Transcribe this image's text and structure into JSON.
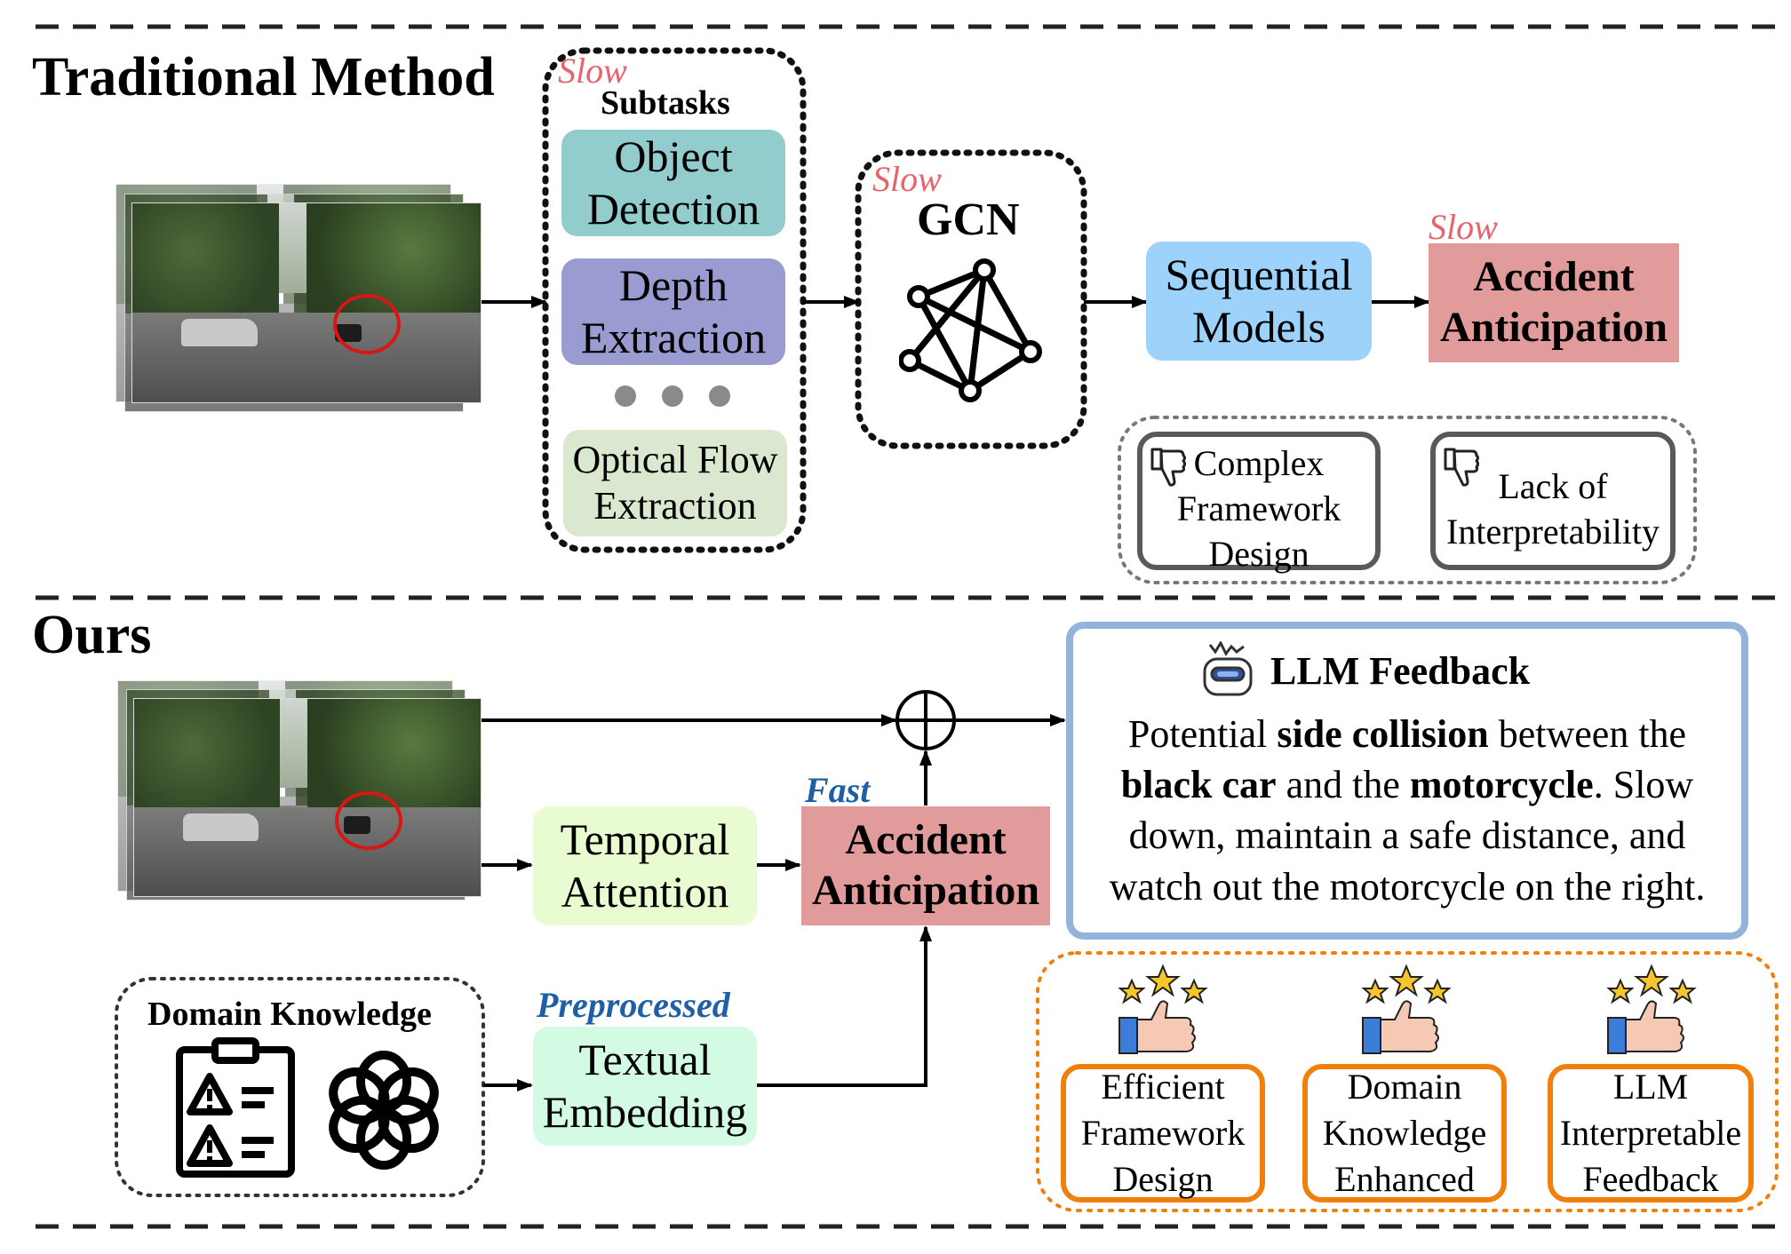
{
  "colors": {
    "slow_red": "#e8636b",
    "fast_blue": "#1f5fa6",
    "object_detection_fill": "#92cccc",
    "depth_extraction_fill": "#9a9bd1",
    "optical_flow_fill": "#dae8cf",
    "sequential_models_fill": "#9dd2fb",
    "accident_anticipation_fill": "#e19b9b",
    "temporal_attention_fill": "#e9fbd1",
    "textual_embedding_fill": "#d3fbe4",
    "llm_feedback_border": "#93b4da",
    "pros_border": "#f07f0c",
    "cons_border": "#595959"
  },
  "traditional": {
    "title": "Traditional Method",
    "subtasks": {
      "slow_label": "Slow",
      "title": "Subtasks",
      "object_detection": [
        "Object",
        "Detection"
      ],
      "depth_extraction": [
        "Depth",
        "Extraction"
      ],
      "optical_flow": [
        "Optical Flow",
        "Extraction"
      ]
    },
    "gcn": {
      "slow_label": "Slow",
      "title": "GCN",
      "icon": "graph-network-icon"
    },
    "sequential_models": [
      "Sequential",
      "Models"
    ],
    "accident": {
      "slow_label": "Slow",
      "lines": [
        "Accident",
        "Anticipation"
      ]
    },
    "cons": [
      {
        "icon": "thumbs-down-icon",
        "lines": [
          "Complex",
          "Framework",
          "Design"
        ]
      },
      {
        "icon": "thumbs-down-icon",
        "lines": [
          "Lack of",
          "Interpretability"
        ]
      }
    ]
  },
  "ours": {
    "title": "Ours",
    "temporal_attention": [
      "Temporal",
      "Attention"
    ],
    "accident": {
      "fast_label": "Fast",
      "lines": [
        "Accident",
        "Anticipation"
      ]
    },
    "domain_knowledge": {
      "title": "Domain Knowledge",
      "icons": [
        "clipboard-warning-icon",
        "openai-logo-icon"
      ]
    },
    "textual_embedding": {
      "label": "Preprocessed",
      "lines": [
        "Textual",
        "Embedding"
      ]
    },
    "llm_feedback": {
      "icon": "robot-icon",
      "title": "LLM Feedback",
      "text": {
        "t1": "Potential ",
        "b1": "side collision",
        "t2": " between the ",
        "b2": "black car",
        "t3": " and the ",
        "b3": "motorcycle",
        "t4": ". Slow down, maintain a safe distance, and watch out the motorcycle on the right."
      }
    },
    "pros": [
      {
        "icon": "thumbs-up-stars-icon",
        "lines": [
          "Efficient",
          "Framework",
          "Design"
        ]
      },
      {
        "icon": "thumbs-up-stars-icon",
        "lines": [
          "Domain",
          "Knowledge",
          "Enhanced"
        ]
      },
      {
        "icon": "thumbs-up-stars-icon",
        "lines": [
          "LLM",
          "Interpretable",
          "Feedback"
        ]
      }
    ]
  }
}
